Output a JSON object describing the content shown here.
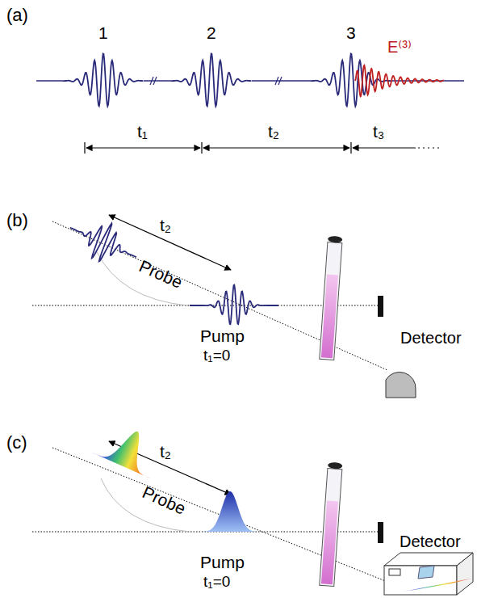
{
  "diagram": {
    "labels": [
      "(a)",
      "1",
      "2",
      "3",
      "E⁽³⁾",
      "t₁",
      "t₂",
      "t₃",
      "(b)",
      "t₂",
      "Probe",
      "Pump",
      "t₁=0",
      "Detector",
      "(c)",
      "t₂",
      "Probe",
      "Pump",
      "t₁=0",
      "Detector"
    ]
  }
}
